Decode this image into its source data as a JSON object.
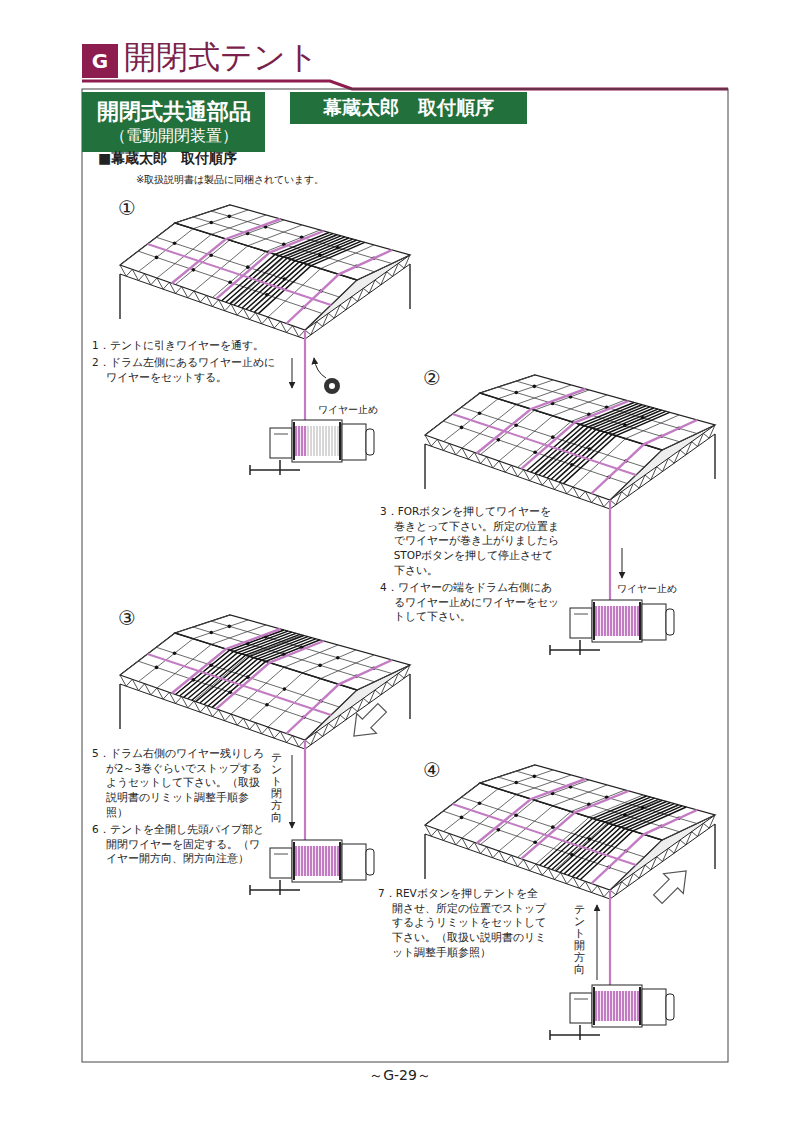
{
  "diagram": {
    "title": "開閉式テント",
    "nodes": [
      {
        "text": [
          "G"
        ]
      },
      {
        "text": [
          "開閉式共通部品",
          "（電動開閉装置）"
        ]
      },
      {
        "text": [
          "幕蔵太郎　取付順序"
        ]
      }
    ],
    "labels": [
      "■幕蔵太郎　取付順序",
      "※取扱説明書は製品に同梱されています。",
      "①",
      "1．テントに引きワイヤーを通す。",
      "2．ドラム左側にあるワイヤー止めにワイヤーをセットする。",
      "ワイヤー止め",
      "②",
      "3．FORボタンを押してワイヤーを巻きとって下さい。所定の位置までワイヤーが巻き上がりましたらSTOPボタンを押して停止させて下さい。",
      "4．ワイヤーの端をドラム右側にあるワイヤー止めにワイヤーをセットして下さい。",
      "ワイヤー止め",
      "③",
      "5．ドラム右側のワイヤー残りしろが2～3巻ぐらいでストップするようセットして下さい。（取扱説明書のリミット調整手順参照）",
      "6．テントを全開し先頭パイプ部と開閉ワイヤーを固定する。（ワイヤー開方向、閉方向注意）",
      "テント閉方向",
      "④",
      "7．REVボタンを押しテントを全開させ、所定の位置でストップするようリミットをセットして下さい。（取扱い説明書のリミット調整手順参照）",
      "テント開方向",
      "～G-29～"
    ]
  }
}
